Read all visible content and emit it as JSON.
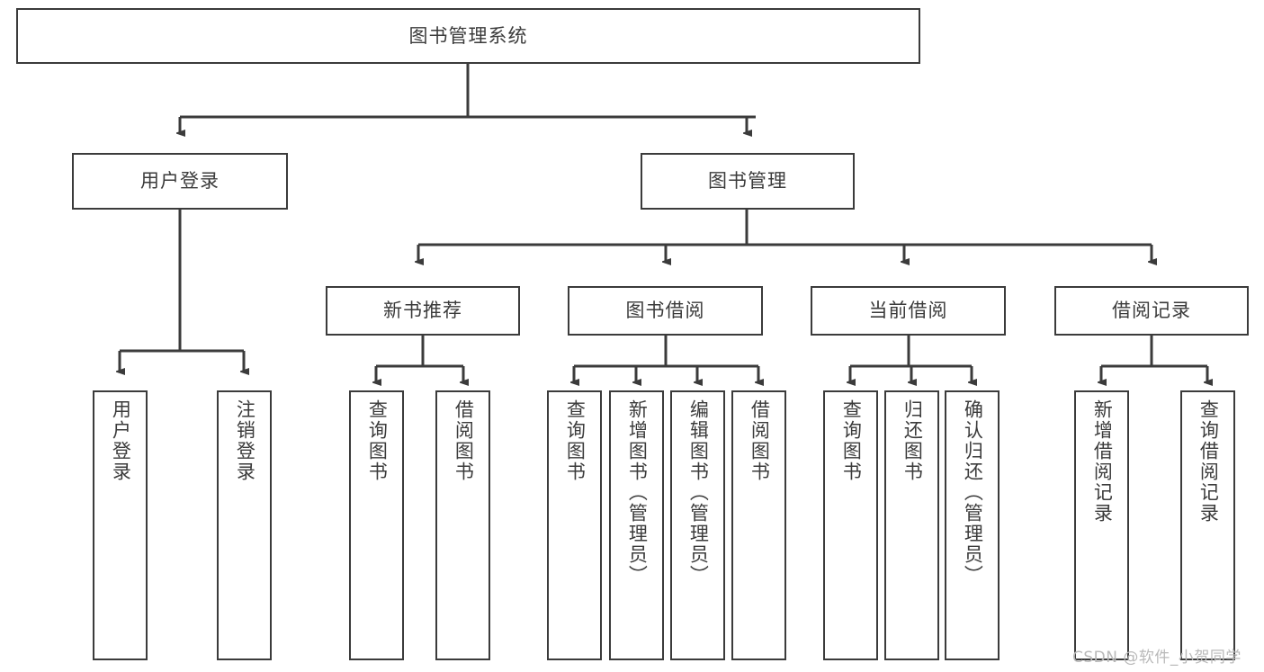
{
  "diagram": {
    "title": "图书管理系统",
    "type": "tree",
    "watermark": "CSDN @软件_小贺同学",
    "colors": {
      "background": "#ffffff",
      "box_fill": "#ffffff",
      "box_stroke": "#3b3b3b",
      "text": "#3b3b3b",
      "watermark": "#b9b9b9"
    },
    "nodes": {
      "root": {
        "label": "图书管理系统",
        "level": 1,
        "orientation": "horizontal"
      },
      "l2_user_login": {
        "label": "用户登录",
        "level": 2,
        "orientation": "horizontal"
      },
      "l2_book_manage": {
        "label": "图书管理",
        "level": 2,
        "orientation": "horizontal"
      },
      "l3_new_book_rec": {
        "label": "新书推荐",
        "level": 3,
        "orientation": "horizontal"
      },
      "l3_book_borrow": {
        "label": "图书借阅",
        "level": 3,
        "orientation": "horizontal"
      },
      "l3_current_borrow": {
        "label": "当前借阅",
        "level": 3,
        "orientation": "horizontal"
      },
      "l3_borrow_record": {
        "label": "借阅记录",
        "level": 3,
        "orientation": "horizontal"
      },
      "leaf_user_login": {
        "label": "用户登录",
        "level": 4,
        "orientation": "vertical"
      },
      "leaf_logout": {
        "label": "注销登录",
        "level": 4,
        "orientation": "vertical"
      },
      "leaf_query_book_1": {
        "label": "查询图书",
        "level": 4,
        "orientation": "vertical"
      },
      "leaf_borrow_book_1": {
        "label": "借阅图书",
        "level": 4,
        "orientation": "vertical"
      },
      "leaf_query_book_2": {
        "label": "查询图书",
        "level": 4,
        "orientation": "vertical"
      },
      "leaf_add_book": {
        "label": "新增图书（管理员）",
        "level": 4,
        "orientation": "vertical"
      },
      "leaf_edit_book": {
        "label": "编辑图书（管理员）",
        "level": 4,
        "orientation": "vertical"
      },
      "leaf_borrow_book_2": {
        "label": "借阅图书",
        "level": 4,
        "orientation": "vertical"
      },
      "leaf_query_book_3": {
        "label": "查询图书",
        "level": 4,
        "orientation": "vertical"
      },
      "leaf_return_book": {
        "label": "归还图书",
        "level": 4,
        "orientation": "vertical"
      },
      "leaf_confirm_return": {
        "label": "确认归还（管理员）",
        "level": 4,
        "orientation": "vertical"
      },
      "leaf_add_record": {
        "label": "新增借阅记录",
        "level": 4,
        "orientation": "vertical"
      },
      "leaf_query_record": {
        "label": "查询借阅记录",
        "level": 4,
        "orientation": "vertical"
      }
    },
    "edges": [
      {
        "from": "root",
        "to": "l2_user_login"
      },
      {
        "from": "root",
        "to": "l2_book_manage"
      },
      {
        "from": "l2_user_login",
        "to": "leaf_user_login"
      },
      {
        "from": "l2_user_login",
        "to": "leaf_logout"
      },
      {
        "from": "l2_book_manage",
        "to": "l3_new_book_rec"
      },
      {
        "from": "l2_book_manage",
        "to": "l3_book_borrow"
      },
      {
        "from": "l2_book_manage",
        "to": "l3_current_borrow"
      },
      {
        "from": "l2_book_manage",
        "to": "l3_borrow_record"
      },
      {
        "from": "l3_new_book_rec",
        "to": "leaf_query_book_1"
      },
      {
        "from": "l3_new_book_rec",
        "to": "leaf_borrow_book_1"
      },
      {
        "from": "l3_book_borrow",
        "to": "leaf_query_book_2"
      },
      {
        "from": "l3_book_borrow",
        "to": "leaf_add_book"
      },
      {
        "from": "l3_book_borrow",
        "to": "leaf_edit_book"
      },
      {
        "from": "l3_book_borrow",
        "to": "leaf_borrow_book_2"
      },
      {
        "from": "l3_current_borrow",
        "to": "leaf_query_book_3"
      },
      {
        "from": "l3_current_borrow",
        "to": "leaf_return_book"
      },
      {
        "from": "l3_current_borrow",
        "to": "leaf_confirm_return"
      },
      {
        "from": "l3_borrow_record",
        "to": "leaf_add_record"
      },
      {
        "from": "l3_borrow_record",
        "to": "leaf_query_record"
      }
    ]
  }
}
